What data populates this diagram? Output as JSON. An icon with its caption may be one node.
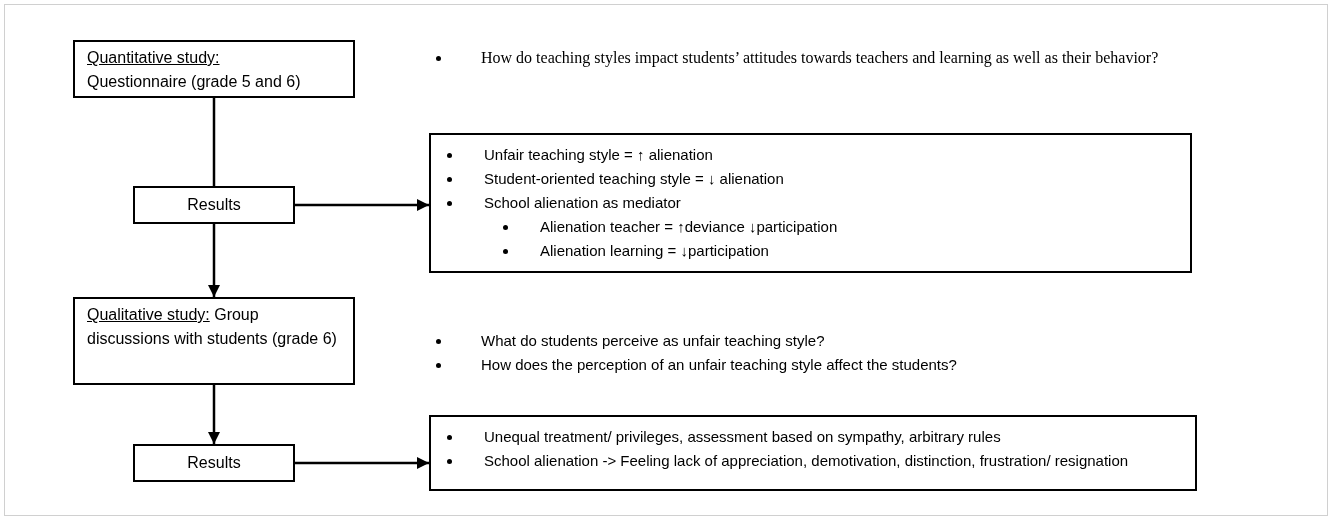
{
  "diagram": {
    "nodes": [
      {
        "text": [
          "Quantitative study:",
          "Questionnaire (grade 5 and 6)"
        ]
      },
      {
        "text": [
          "Results"
        ]
      },
      {
        "text": [
          "Qualitative study:",
          "Group discussions with students (grade 6)"
        ]
      },
      {
        "text": [
          "Results"
        ]
      },
      {
        "text": [
          "Unfair teaching style = ↑ alienation",
          "Student-oriented teaching style = ↓ alienation",
          "School alienation as mediator",
          "Alienation teacher = ↑deviance ↓participation",
          "Alienation learning = ↓participation"
        ]
      },
      {
        "text": [
          "Unequal treatment/ privileges, assessment based on sympathy, arbitrary rules",
          "School alienation -> Feeling lack of appreciation, demotivation, distinction,  frustration/ resignation"
        ]
      }
    ],
    "edges": [
      {
        "from": 0,
        "to": 1,
        "arrow": "none"
      },
      {
        "from": 1,
        "to": 2,
        "arrow": "to"
      },
      {
        "from": 1,
        "to": 4,
        "arrow": "to"
      },
      {
        "from": 2,
        "to": 3,
        "arrow": "to"
      },
      {
        "from": 3,
        "to": 5,
        "arrow": "to"
      }
    ],
    "labels": [
      "How do teaching styles impact students’ attitudes towards teachers and learning as well as their behavior?",
      "What do students perceive as unfair teaching style?",
      "How does the perception of an unfair teaching style affect the students?"
    ]
  }
}
